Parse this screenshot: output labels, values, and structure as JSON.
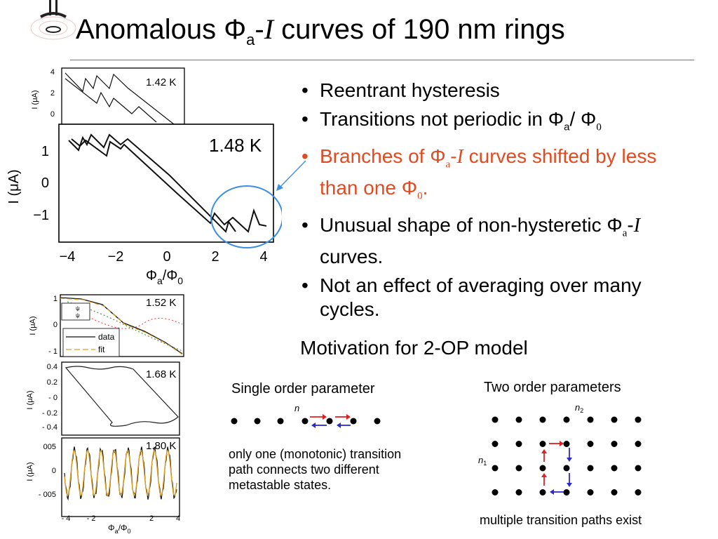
{
  "title": {
    "prefix": "Anomalous Φ",
    "sub": "a",
    "dash": "-",
    "italic": "I",
    "suffix": " curves of 190 nm rings"
  },
  "bullets": [
    {
      "text": "Reentrant hysteresis"
    },
    {
      "pre": "Transitions not periodic in Φ",
      "sub1": "a",
      "mid": "/ Φ",
      "sub2": "0"
    },
    {
      "pre": "Branches of Φ",
      "sub1": "a",
      "mid": "-",
      "ital": "I",
      "post": " curves shifted by less than one Φ",
      "sub2": "0",
      "end": "."
    },
    {
      "pre": "Unusual shape of non-hysteretic Φ",
      "sub1": "a",
      "mid": "-",
      "ital": "I",
      "post": " curves."
    },
    {
      "text": "Not an effect of averaging over many cycles."
    }
  ],
  "motivation": "Motivation for 2-OP model",
  "single": {
    "heading": "Single order parameter",
    "axis_label": "n",
    "description": "only one (monotonic) transition path connects two different metastable states."
  },
  "two": {
    "heading": "Two order parameters",
    "axis_label_top": "n",
    "axis_label_top_sub": "2",
    "axis_label_left": "n",
    "axis_label_left_sub": "1",
    "description": "multiple transition paths exist"
  },
  "colors": {
    "red_text": "#e34a1f",
    "arrow_red": "#e02020",
    "arrow_blue": "#2a2ad0",
    "circle": "#3a8ee6",
    "fit": "#e0a020"
  },
  "panels": {
    "p142": {
      "temp": "1.42 K",
      "yticks": [
        "4",
        "2",
        "0"
      ],
      "ylabel": "I (μA)"
    },
    "p148": {
      "temp": "1.48 K",
      "yticks": [
        "1",
        "0",
        "−1"
      ],
      "xticks": [
        "−4",
        "−2",
        "0",
        "2",
        "4"
      ],
      "ylabel": "I (μA)",
      "xlabel": "Φ",
      "xlabel_sub": "a",
      "xlabel_mid": "/Φ",
      "xlabel_sub2": "0"
    },
    "p152": {
      "temp": "1.52 K",
      "yticks": [
        "1",
        "0",
        "- 1"
      ],
      "ylabel": "I (μA)",
      "legend_psi1": "ψ",
      "legend_psi2": "ψ",
      "legend_data": "data",
      "legend_fit": "fit"
    },
    "p168": {
      "temp": "1.68 K",
      "yticks": [
        "0.4",
        "0.2",
        "- 0",
        "- 0.2",
        "- 0.4"
      ],
      "ylabel": "I (μA)"
    },
    "p180": {
      "temp": "1.80 K",
      "yticks": [
        "005",
        "0",
        "- 005"
      ],
      "xticks": [
        "- 4",
        "- 2",
        "2",
        "4"
      ],
      "ylabel": "I (μA)",
      "xlabel": "Φ",
      "xlabel_sub": "a",
      "xlabel_mid": "/Φ",
      "xlabel_sub2": "0"
    }
  }
}
